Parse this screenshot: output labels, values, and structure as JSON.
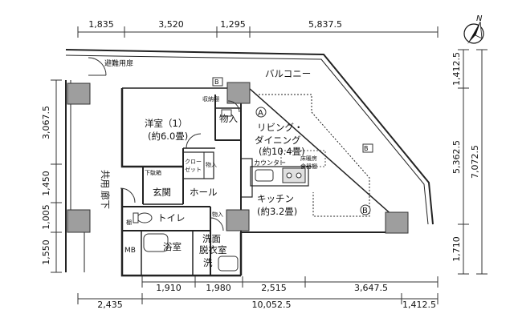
{
  "dims": {
    "top": [
      "1,835",
      "3,520",
      "1,295",
      "5,837.5"
    ],
    "bottom_row1": [
      "1,910",
      "1,980",
      "2,515",
      "3,647.5"
    ],
    "bottom_row2": [
      "2,435",
      "10,052.5",
      "1,412.5"
    ],
    "left": [
      "3,067.5",
      "1,450",
      "1,005",
      "1,550"
    ],
    "right": [
      "1,412.5",
      "5,362.5",
      "7,072.5",
      "1,710"
    ]
  },
  "rooms": {
    "evac_hatch": "避難用扉",
    "balcony": "バルコニー",
    "western_room": "洋室（1）",
    "western_room_size": "(約6.0畳)",
    "storage": "物入",
    "living": "リビング・",
    "living2": "ダイニング",
    "living_size": "(約10.4畳)",
    "common_corridor_1": "共用",
    "common_corridor_2": "廊下",
    "closet_1": "クロー",
    "closet_2": "ゼット",
    "storage_small": "物入",
    "shoe_box": "下駄箱",
    "entrance": "玄関",
    "hall": "ホール",
    "counter": "カウンター",
    "kitchen": "キッチン",
    "kitchen_size": "(約3.2畳)",
    "toilet": "トイレ",
    "shelf": "棚",
    "storage_toilet": "物入",
    "bathroom": "浴室",
    "washroom_1": "洗面",
    "washroom_2": "脱衣室",
    "washer": "洗",
    "meter_box": "MB",
    "beam_b1": "B",
    "beam_b2": "B",
    "marker_a": "A",
    "marker_b": "B",
    "cupboard": "食器棚",
    "closet_upper": "収納棚",
    "floor_heating": "床暖房",
    "north": "N"
  }
}
